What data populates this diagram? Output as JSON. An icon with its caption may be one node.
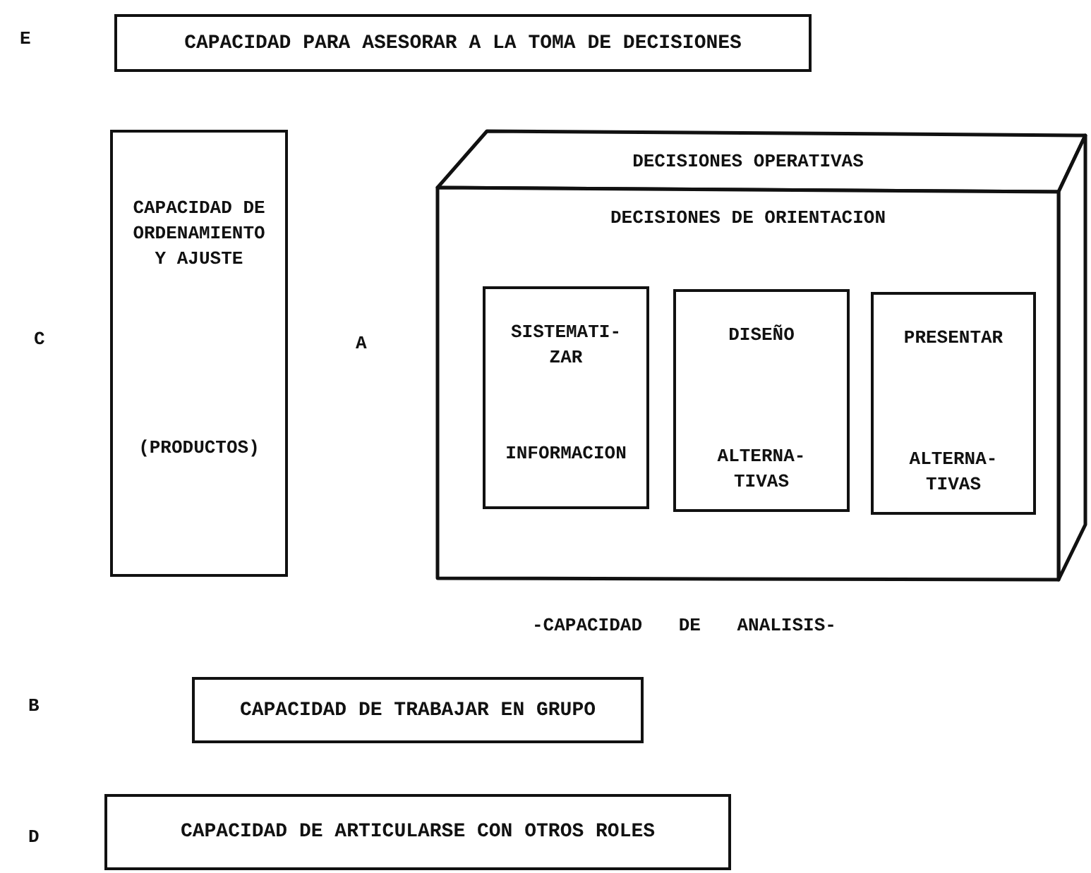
{
  "diagram": {
    "nodes": [
      {
        "text": [
          "CAPACIDAD PARA ASESORAR A LA TOMA DE DECISIONES"
        ]
      },
      {
        "text": [
          "CAPACIDAD DE ORDENAMIENTO Y AJUSTE",
          "(PRODUCTOS)"
        ]
      },
      {
        "text": [
          "DECISIONES OPERATIVAS",
          "DECISIONES DE ORIENTACION"
        ]
      },
      {
        "text": [
          "SISTEMATI- ZAR",
          "INFORMACION"
        ],
        "in": 2
      },
      {
        "text": [
          "DISEÑO",
          "ALTERNA- TIVAS"
        ],
        "in": 2
      },
      {
        "text": [
          "PRESENTAR",
          "ALTERNA- TIVAS"
        ],
        "in": 2
      },
      {
        "text": [
          "CAPACIDAD DE TRABAJAR EN GRUPO"
        ]
      },
      {
        "text": [
          "CAPACIDAD DE ARTICULARSE CON OTROS ROLES"
        ]
      }
    ],
    "edges": [],
    "labels": [
      "E",
      "C",
      "A",
      "-CAPACIDAD DE ANALISIS-",
      "B",
      "D"
    ]
  }
}
